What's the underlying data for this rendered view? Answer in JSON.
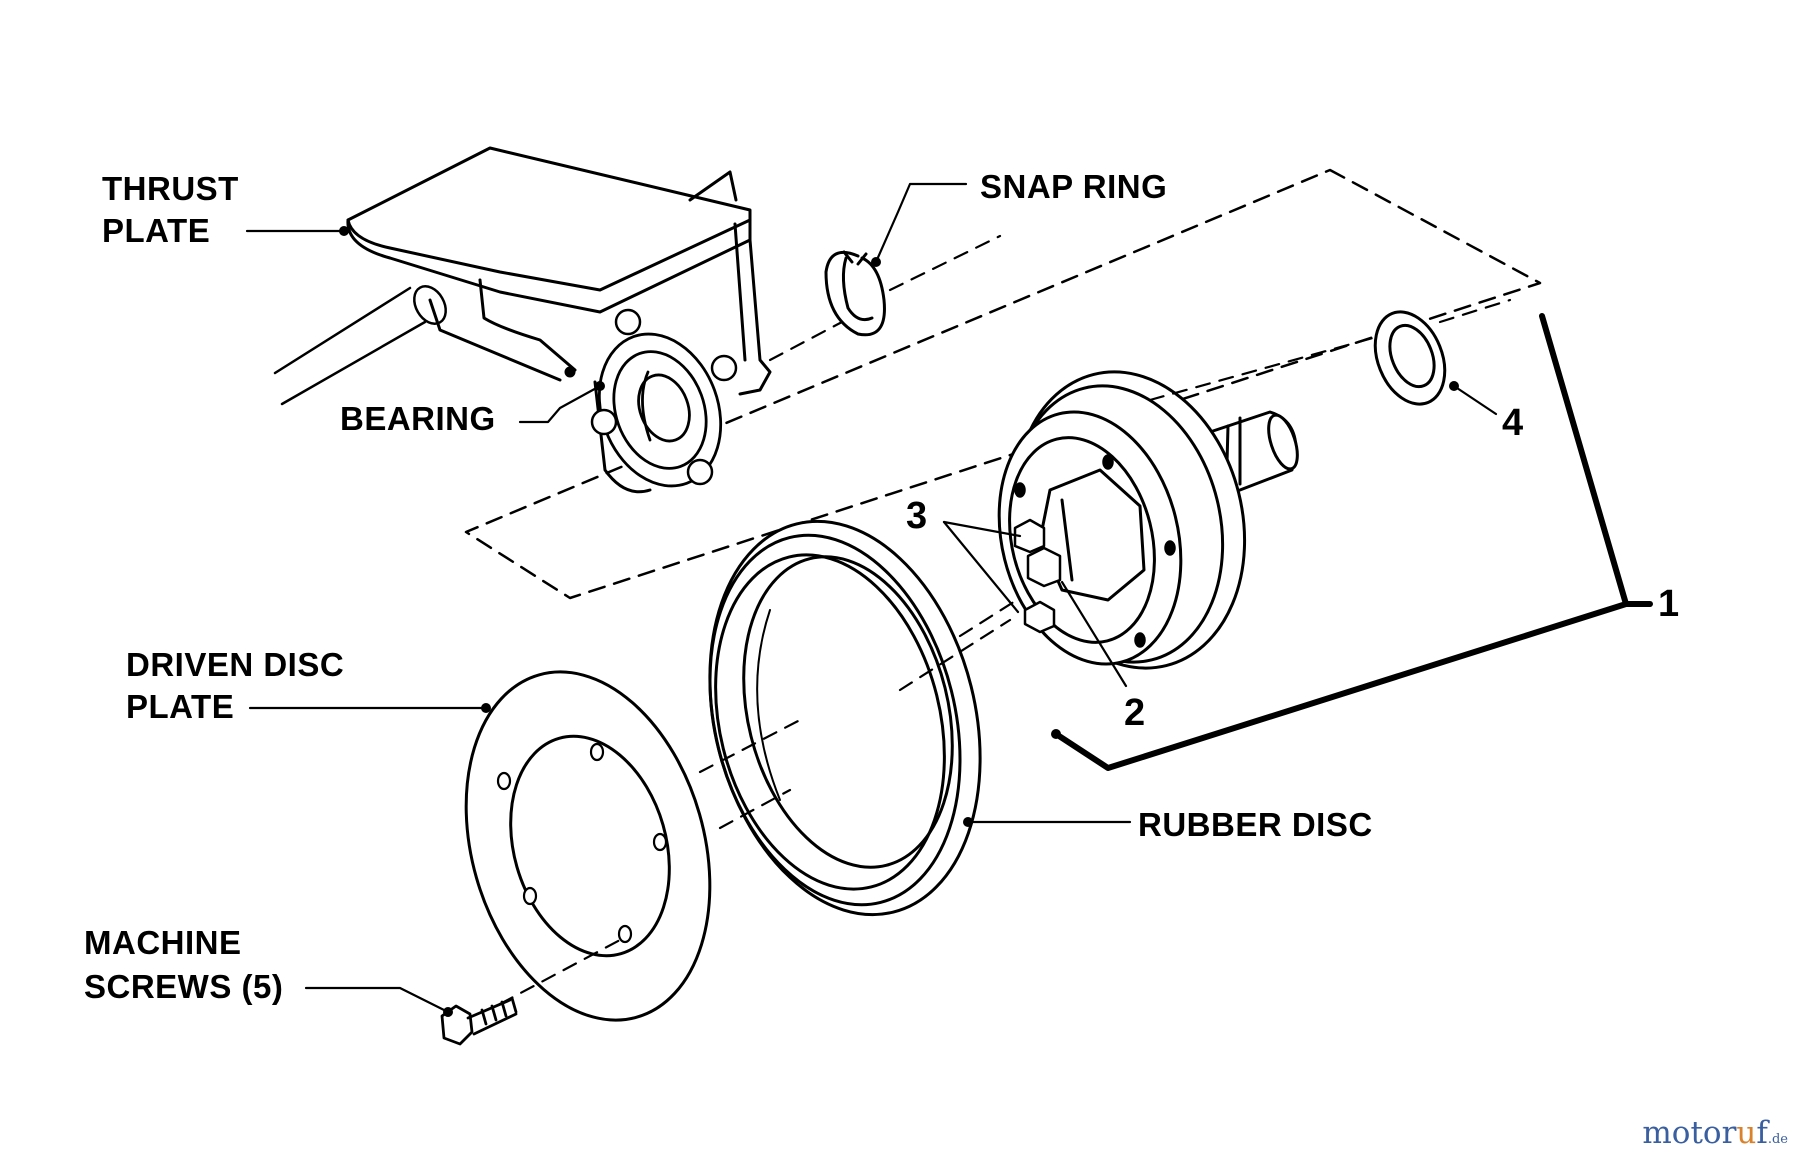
{
  "labels": {
    "thrust_plate_1": "THRUST",
    "thrust_plate_2": "PLATE",
    "snap_ring": "SNAP RING",
    "bearing": "BEARING",
    "driven_disc_plate_1": "DRIVEN DISC",
    "driven_disc_plate_2": "PLATE",
    "rubber_disc": "RUBBER DISC",
    "machine_screws_1": "MACHINE",
    "machine_screws_2": "SCREWS (5)",
    "callout_1": "1",
    "callout_2": "2",
    "callout_3": "3",
    "callout_4": "4"
  },
  "watermark": {
    "main": "motor",
    "accent": "u",
    "end": "f",
    "tld": ".de"
  },
  "colors": {
    "line": "#000000",
    "background": "#ffffff",
    "watermark_blue": "#3a5fa0",
    "watermark_orange": "#d9822b"
  }
}
